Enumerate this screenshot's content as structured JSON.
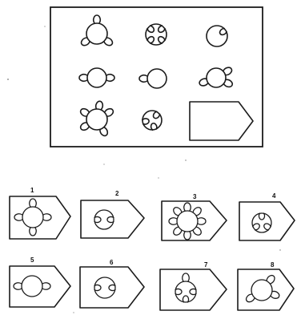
{
  "puzzle": {
    "matrix_figures": [
      {
        "position": "r1c1",
        "loops": 3,
        "loop_style": "outer",
        "symmetric": true
      },
      {
        "position": "r1c2",
        "loops": 4,
        "loop_style": "inner",
        "symmetric": true
      },
      {
        "position": "r1c3",
        "loops": 1,
        "loop_style": "inner",
        "symmetric": false
      },
      {
        "position": "r2c1",
        "loops": 2,
        "loop_style": "outer",
        "symmetric": true
      },
      {
        "position": "r2c2",
        "loops": 1,
        "loop_style": "outer",
        "symmetric": false
      },
      {
        "position": "r2c3",
        "loops": 3,
        "loop_style": "outer",
        "symmetric": false
      },
      {
        "position": "r3c1",
        "loops": 5,
        "loop_style": "outer",
        "symmetric": false
      },
      {
        "position": "r3c2",
        "loops": 3,
        "loop_style": "inner",
        "symmetric": false
      },
      {
        "position": "r3c3",
        "blank_answer_slot": true
      }
    ],
    "options": [
      {
        "label": "1",
        "loops": 4,
        "loop_style": "outer"
      },
      {
        "label": "2",
        "loops": 2,
        "loop_style": "inner"
      },
      {
        "label": "3",
        "loops": 8,
        "loop_style": "outer"
      },
      {
        "label": "4",
        "loops": 3,
        "loop_style": "inner"
      },
      {
        "label": "5",
        "loops": 2,
        "loop_style": "outer"
      },
      {
        "label": "6",
        "loops": 2,
        "loop_style": "inner"
      },
      {
        "label": "7",
        "loops": 4,
        "loop_style": "mixed"
      },
      {
        "label": "8",
        "loops": 3,
        "loop_style": "outer"
      }
    ]
  }
}
